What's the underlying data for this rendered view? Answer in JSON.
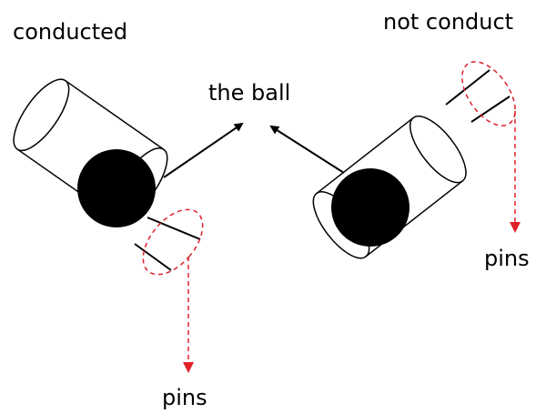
{
  "labels": {
    "conducted": "conducted",
    "not_conduct": "not conduct",
    "the_ball": "the ball",
    "pins_left": "pins",
    "pins_right": "pins"
  },
  "colors": {
    "stroke": "#000000",
    "ball": "#000000",
    "highlight": "#e0202a",
    "background": "#ffffff"
  }
}
